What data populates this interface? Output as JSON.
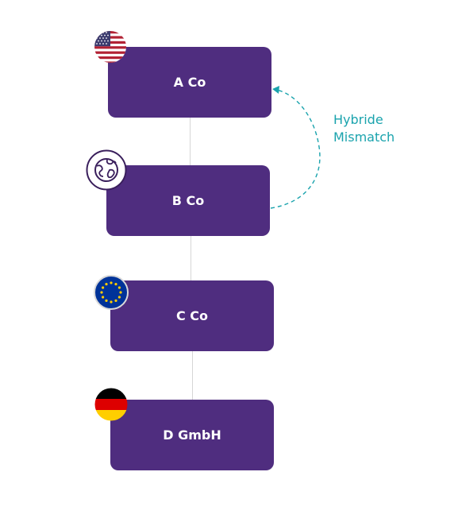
{
  "entities": [
    {
      "name": "A Co",
      "flag_icon": "us-flag-icon"
    },
    {
      "name": "B Co",
      "flag_icon": "globe-icon"
    },
    {
      "name": "C Co",
      "flag_icon": "eu-flag-icon"
    },
    {
      "name": "D GmbH",
      "flag_icon": "germany-flag-icon"
    }
  ],
  "mismatch": {
    "line1": "Hybride",
    "line2": "Mismatch"
  },
  "colors": {
    "box": "#4f2d7f",
    "box_text": "#ffffff",
    "accent": "#1aa3ad",
    "connector": "#d6d6d6"
  }
}
